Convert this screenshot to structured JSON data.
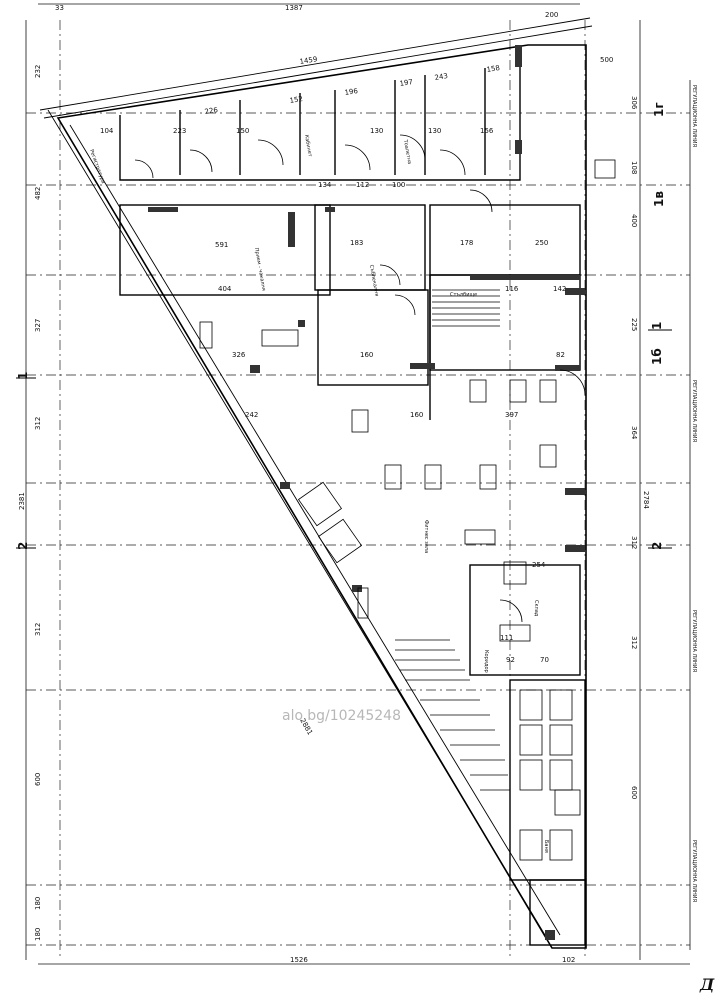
{
  "watermark": "alo.bg/10245248",
  "corner_mark": "Д",
  "axis_labels": {
    "left_1": "1",
    "left_2": "2",
    "right_1": "1",
    "right_2": "2",
    "right_1b": "1б",
    "right_1v": "1в",
    "right_1g": "1г"
  },
  "top_dims": {
    "top_total": "1387",
    "top_corner": "33",
    "top_200": "200",
    "top_500": "500",
    "slope_total": "1459",
    "slope_segments": [
      "226",
      "152",
      "196",
      "197",
      "243",
      "158"
    ]
  },
  "row_dims": {
    "r1": [
      "223",
      "150",
      "130",
      "130",
      "156",
      "104"
    ],
    "r2": [
      "134",
      "112",
      "100"
    ],
    "r3": [
      "591",
      "183",
      "178",
      "250"
    ],
    "r4": [
      "404",
      "116",
      "142"
    ],
    "r5": [
      "326",
      "160",
      "82"
    ],
    "r6": [
      "242",
      "160",
      "397"
    ],
    "r7": [
      "254",
      "111",
      "92",
      "70"
    ],
    "bottom_total": "1526",
    "bottom_right": "102"
  },
  "left_dims": [
    "232",
    "482",
    "327",
    "312",
    "2381",
    "312",
    "600",
    "180",
    "180"
  ],
  "right_dims": [
    "306",
    "108",
    "400",
    "225",
    "364",
    "2784",
    "312",
    "312",
    "600"
  ],
  "diag_label": "2881",
  "notes": [
    "Регистратура",
    "Прием - чакалня",
    "Съблекалня",
    "Тоалетна",
    "Кабинет",
    "Склад",
    "Фитнес зала",
    "Баня",
    "Стълбище",
    "Коридор"
  ],
  "side_notes": [
    "РЕГУЛАЦИОННА ЛИНИЯ",
    "РЕГУЛАЦИОННА ЛИНИЯ",
    "РЕГУЛАЦИОННА ЛИНИЯ",
    "РЕГУЛАЦИОННА ЛИНИЯ"
  ]
}
